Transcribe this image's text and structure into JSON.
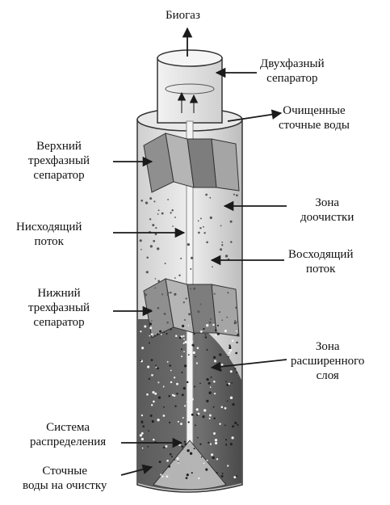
{
  "labels": {
    "biogas": "Биогаз",
    "two_phase_separator": "Двухфазный\nсепаратор",
    "treated_water": "Очищенные\nсточные воды",
    "upper_separator": "Верхний\nтрехфазный\nсепаратор",
    "post_treatment_zone": "Зона\nдоочистки",
    "downflow": "Нисходящий\nпоток",
    "upflow": "Восходящий\nпоток",
    "lower_separator": "Нижний\nтрехфазный\nсепаратор",
    "expanded_bed_zone": "Зона\nрасширенного\nслоя",
    "distribution_system": "Система\nраспределения",
    "inflow_water": "Сточные\nводы на очистку"
  },
  "colors": {
    "outline": "#333333",
    "tank_fill": "#d9d9d9",
    "bed_fill": "#4a4a4a",
    "separator_fill": "#9a9a9a",
    "arrow": "#1a1a1a"
  }
}
